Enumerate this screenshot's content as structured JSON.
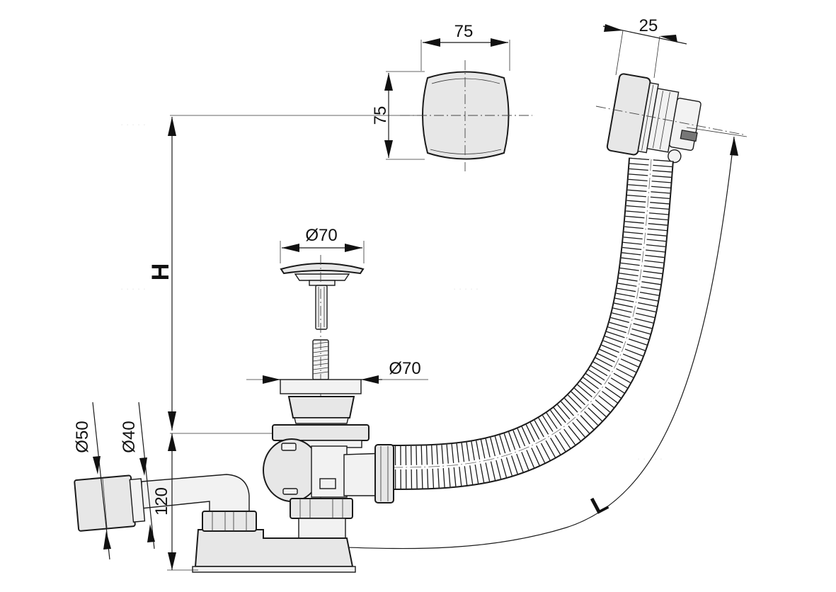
{
  "diagram": {
    "dimensions": {
      "handle_width": "75",
      "handle_height": "75",
      "overflow_depth": "25",
      "plug_diameter": "Ø70",
      "waste_diameter": "Ø70",
      "outlet_outer_diameter": "Ø50",
      "outlet_inner_diameter": "Ø40",
      "outlet_height": "120",
      "height_label": "H",
      "length_label": "L"
    }
  }
}
